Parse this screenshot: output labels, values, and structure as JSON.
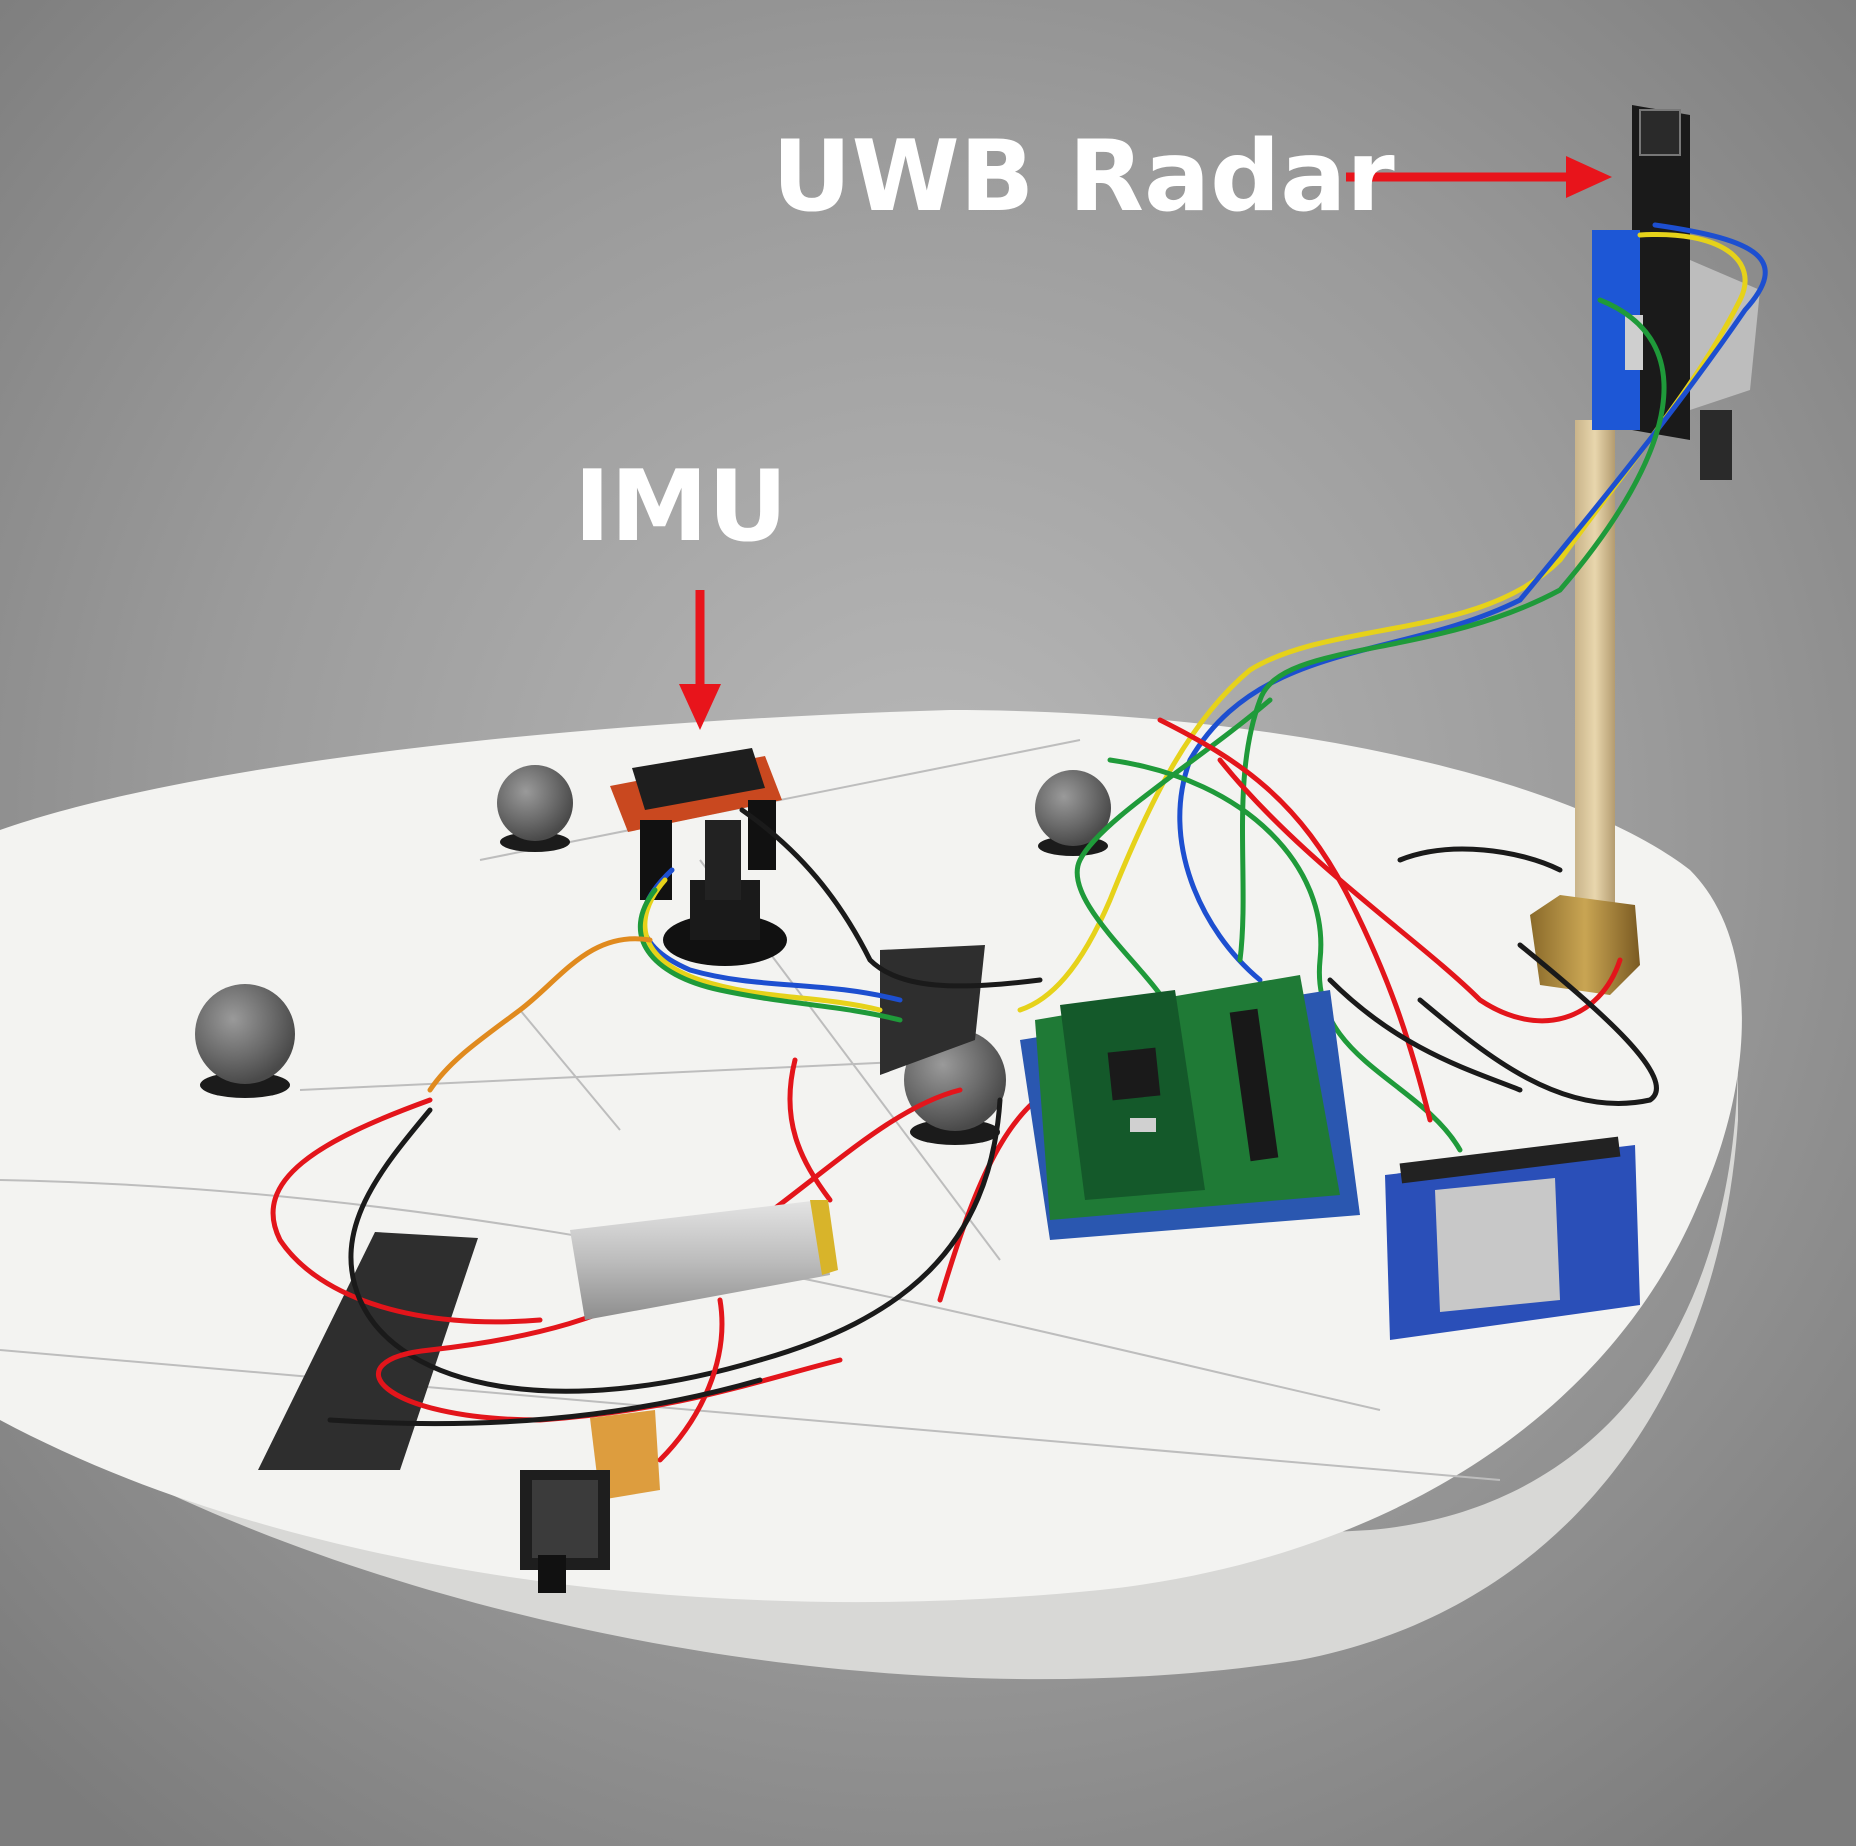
{
  "labels": {
    "uwb_radar": "UWB Radar",
    "imu": "IMU"
  },
  "colors": {
    "annotation_text": "#ffffff",
    "annotation_arrow": "#e8141b",
    "background": "#9a9a9a",
    "platform": "#f2f2f0",
    "marker_ball": "#6e6e6e",
    "pcb_green": "#1f7a36",
    "pcb_blue": "#2a57b0",
    "wire_red": "#e3151b",
    "wire_black": "#1a1a1a",
    "wire_green": "#1f9a3a",
    "wire_blue": "#1d4fd0",
    "wire_yellow": "#e6d21a"
  },
  "objects": [
    "platform-disc",
    "imu-sensor",
    "uwb-radar-board",
    "wooden-pole",
    "microcontroller-board",
    "wifi-module",
    "lipo-battery",
    "power-switch",
    "marker-balls"
  ]
}
